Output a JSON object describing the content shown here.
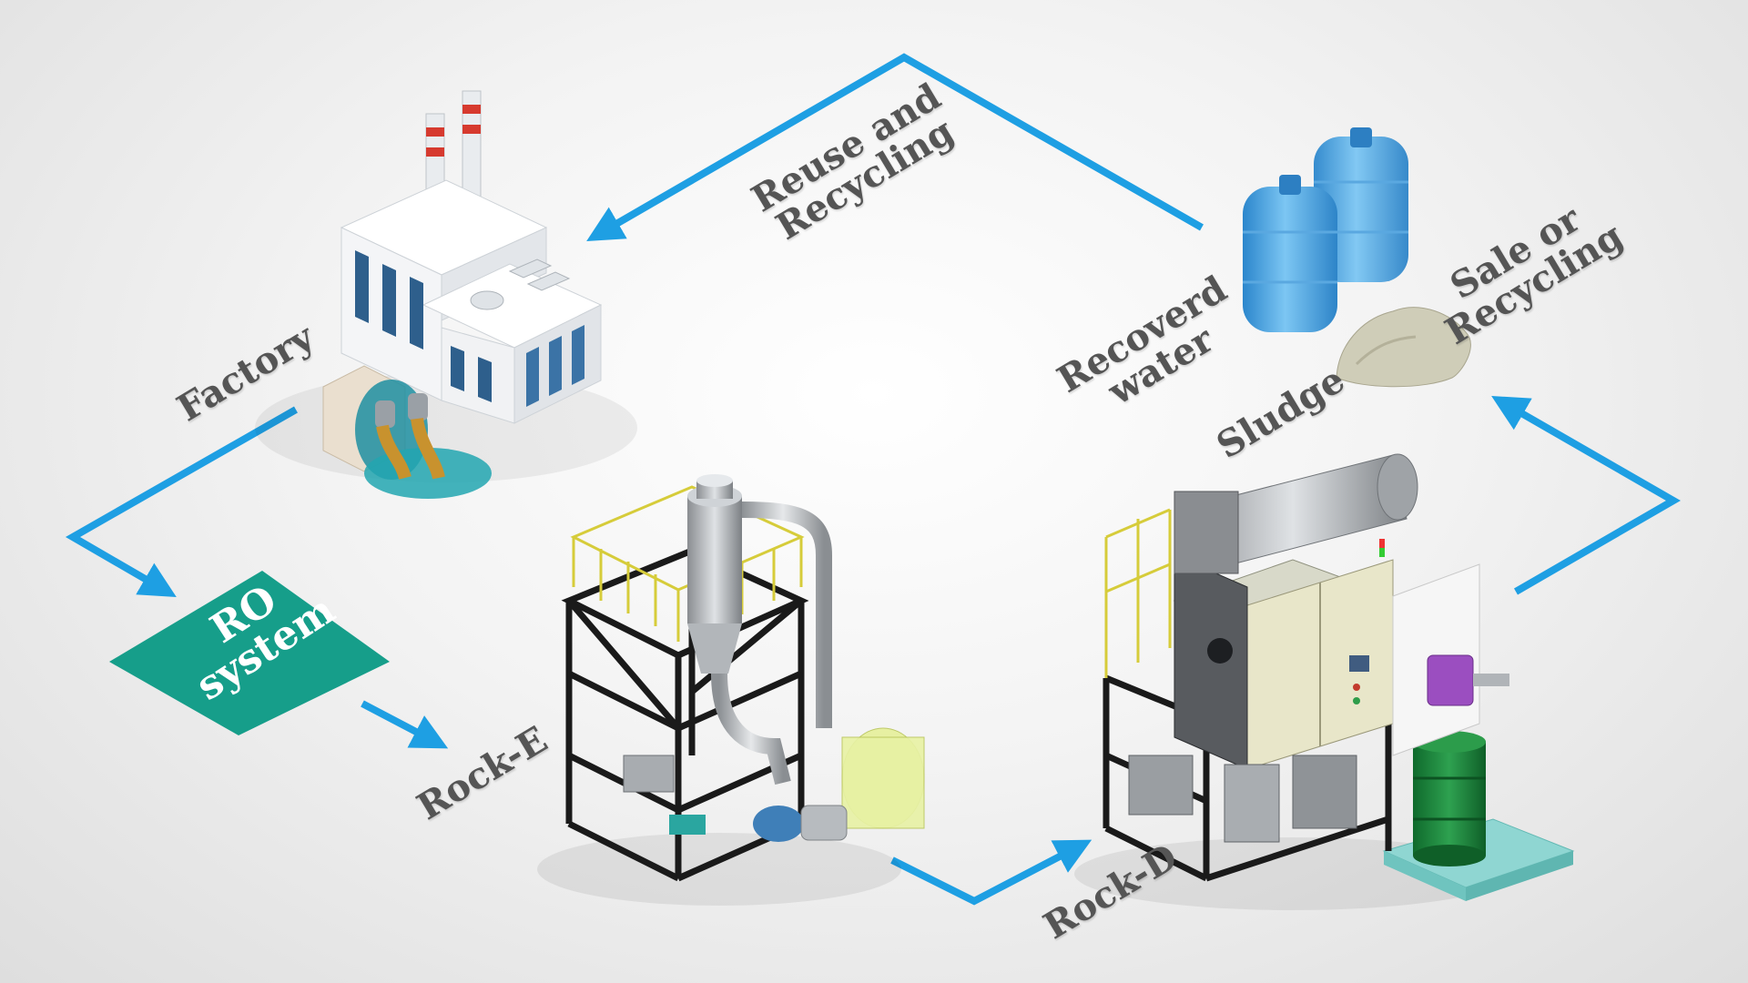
{
  "labels": {
    "factory": "Factory",
    "ro_system": [
      "RO",
      "system"
    ],
    "rock_e": "Rock-E",
    "rock_d": "Rock-D",
    "reuse": [
      "Reuse and",
      "Recycling"
    ],
    "recovered_water": [
      "Recoverd",
      "water"
    ],
    "sludge": "Sludge",
    "sale": [
      "Sale or",
      "Recycling"
    ]
  },
  "colors": {
    "arrow": "#1e9fe3",
    "ro_box": "#169e8a",
    "label_text": "#555555",
    "drum": "#1c8a3e",
    "pallet": "#8fd6d2",
    "jug": "#4fa9e6"
  }
}
